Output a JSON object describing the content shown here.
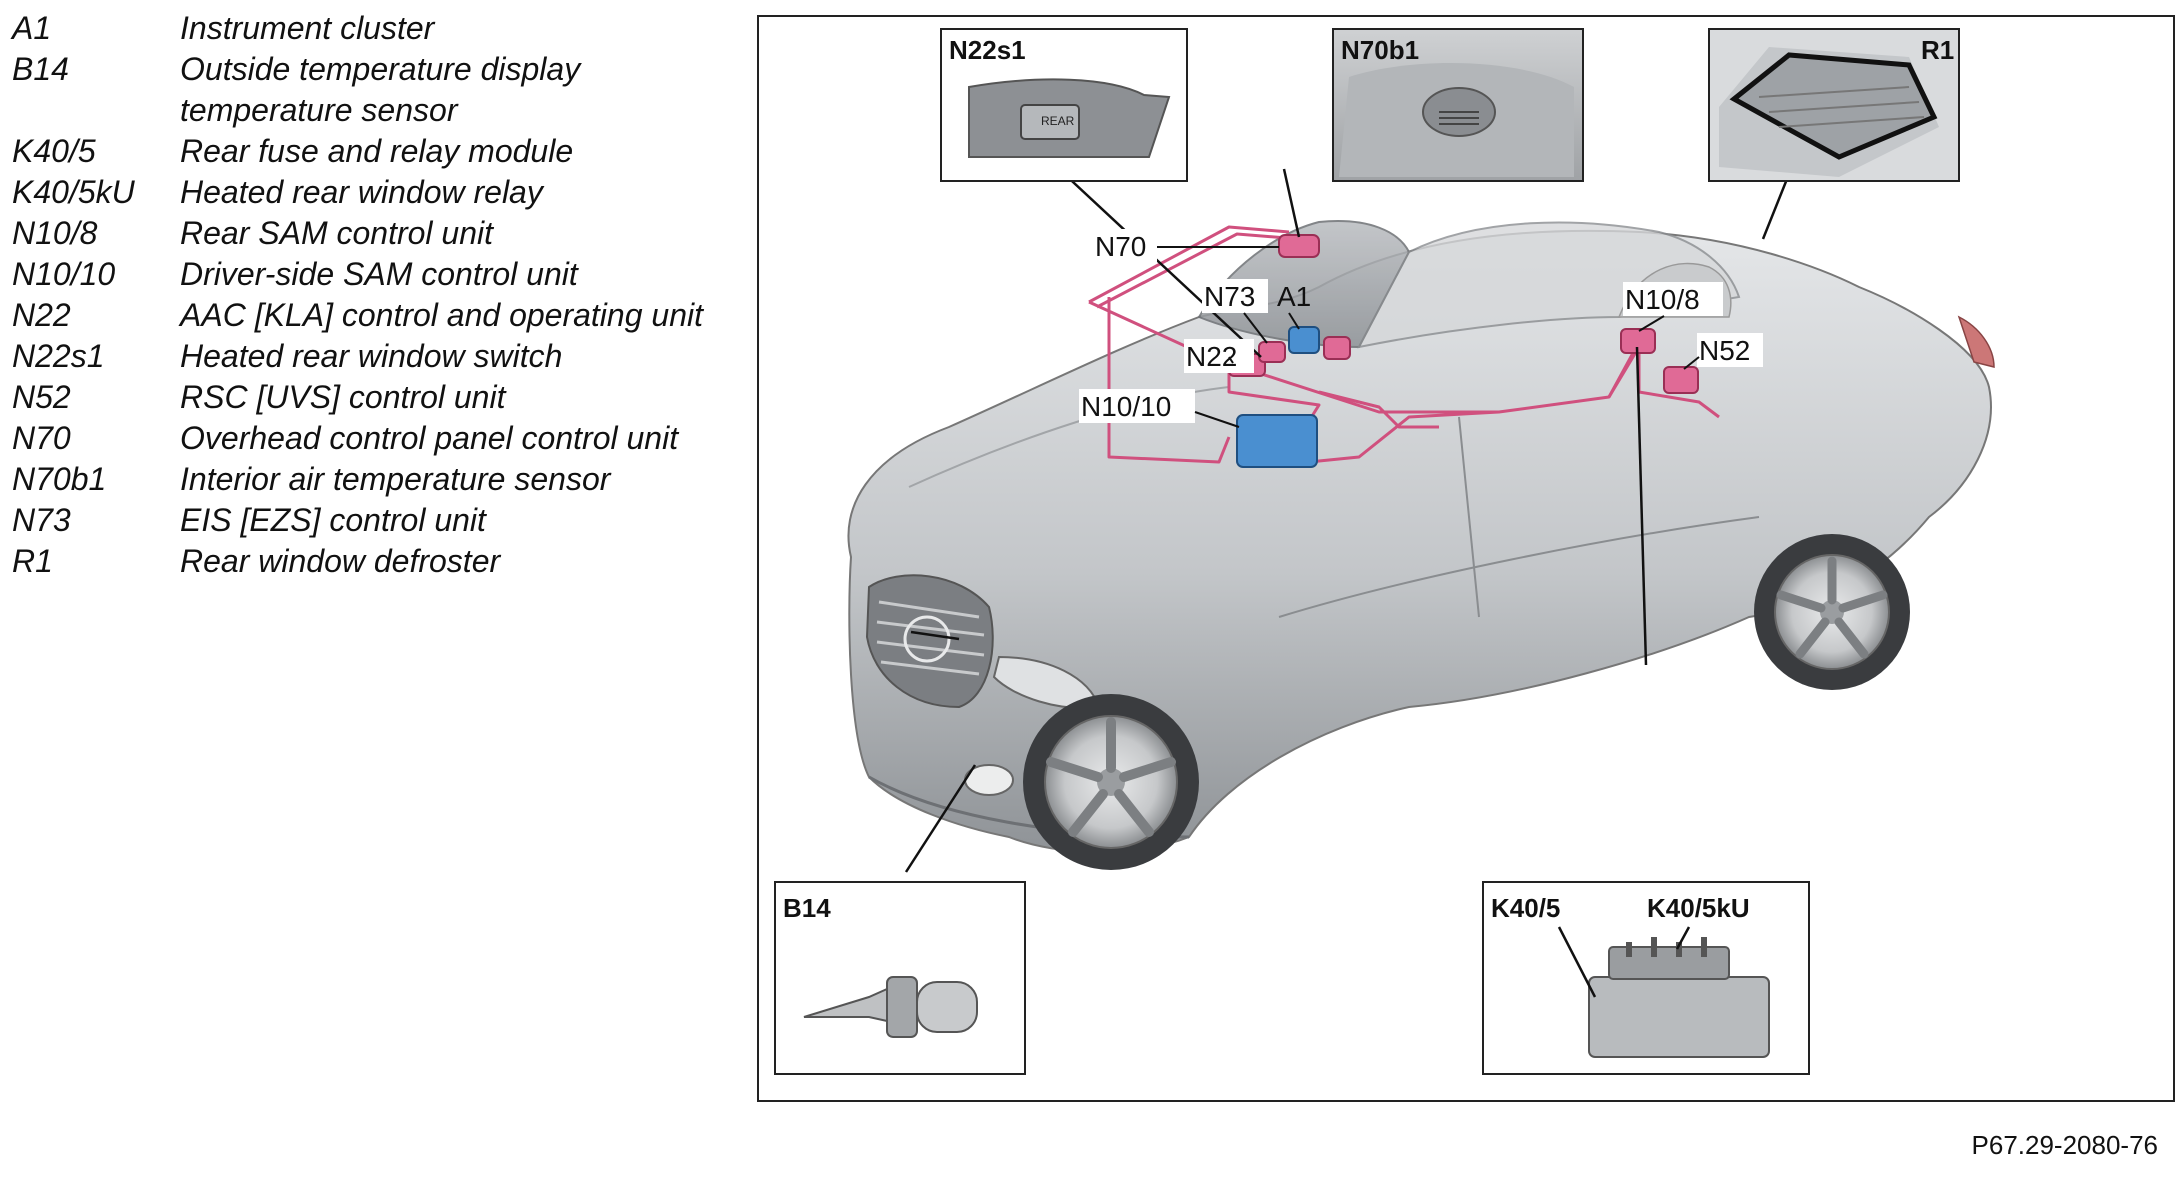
{
  "legend": [
    {
      "code": "A1",
      "desc": "Instrument cluster"
    },
    {
      "code": "B14",
      "desc": "Outside temperature display temperature sensor"
    },
    {
      "code": "K40/5",
      "desc": "Rear fuse and relay module"
    },
    {
      "code": "K40/5kU",
      "desc": "Heated rear window relay"
    },
    {
      "code": "N10/8",
      "desc": "Rear SAM control unit"
    },
    {
      "code": "N10/10",
      "desc": "Driver-side SAM control unit"
    },
    {
      "code": "N22",
      "desc": "AAC [KLA] control and operating unit"
    },
    {
      "code": "N22s1",
      "desc": "Heated rear window switch"
    },
    {
      "code": "N52",
      "desc": "RSC [UVS] control unit"
    },
    {
      "code": "N70",
      "desc": "Overhead control panel control unit"
    },
    {
      "code": "N70b1",
      "desc": "Interior air temperature sensor"
    },
    {
      "code": "N73",
      "desc": "EIS [EZS] control unit"
    },
    {
      "code": "R1",
      "desc": "Rear window defroster"
    }
  ],
  "insets": {
    "n22s1": "N22s1",
    "n70b1": "N70b1",
    "r1": "R1",
    "b14": "B14",
    "k40_5": "K40/5",
    "k40_5ku": "K40/5kU"
  },
  "switch_label": "REAR",
  "car_labels": {
    "n70": "N70",
    "n73": "N73",
    "a1": "A1",
    "n22": "N22",
    "n10_10": "N10/10",
    "n10_8": "N10/8",
    "n52": "N52"
  },
  "footer_code": "P67.29-2080-76",
  "colors": {
    "harness": "#d0507e",
    "module": "#e06a96",
    "unit_blue": "#4a8fd0",
    "car_body": "#bfc2c5"
  }
}
